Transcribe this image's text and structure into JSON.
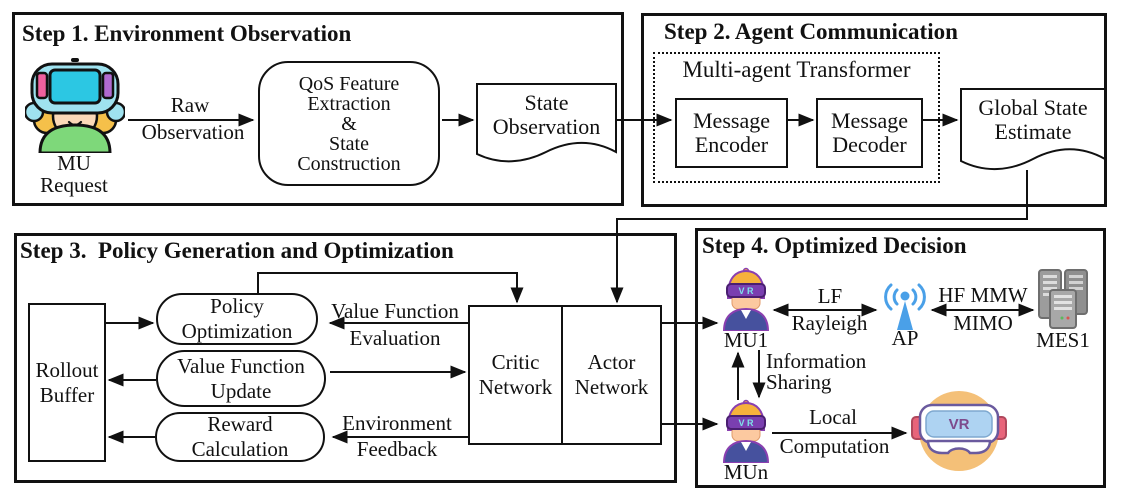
{
  "step1": {
    "title": "Step 1. Environment Observation",
    "mu_request": [
      "MU",
      "Request"
    ],
    "raw_observation": [
      "Raw",
      "Observation"
    ],
    "qos_box": [
      "QoS Feature",
      "Extraction",
      "&",
      "State",
      "Construction"
    ],
    "state_observation": [
      "State",
      "Observation"
    ]
  },
  "step2": {
    "title": "Step 2. Agent Communication",
    "transformer_label": "Multi-agent Transformer",
    "message_encoder": [
      "Message",
      "Encoder"
    ],
    "message_decoder": [
      "Message",
      "Decoder"
    ],
    "global_state_estimate": [
      "Global State",
      "Estimate"
    ]
  },
  "step3": {
    "title": "Step 3.  Policy Generation and Optimization",
    "rollout_buffer": [
      "Rollout",
      "Buffer"
    ],
    "policy_optimization": [
      "Policy",
      "Optimization"
    ],
    "value_function_update": [
      "Value Function",
      "Update"
    ],
    "reward_calculation": [
      "Reward",
      "Calculation"
    ],
    "value_function_evaluation": [
      "Value Function",
      "Evaluation"
    ],
    "environment_feedback": [
      "Environment",
      "Feedback"
    ],
    "critic_network": [
      "Critic",
      "Network"
    ],
    "actor_network": [
      "Actor",
      "Network"
    ]
  },
  "step4": {
    "title": "Step 4. Optimized Decision",
    "mu1_label": "MU1",
    "ap_label": "AP",
    "mes1_label": "MES1",
    "mun_label": "MUn",
    "lf_rayleigh": [
      "LF",
      "Rayleigh"
    ],
    "hf_mmw_mimo": [
      "HF MMW",
      "MIMO"
    ],
    "information_sharing": [
      "Information",
      "Sharing"
    ],
    "local_computation": [
      "Local",
      "Computation"
    ],
    "goggles_text": "V R",
    "vr_logo": "VR"
  },
  "icons": {
    "mu_user": "vr-headset-child-icon",
    "mu_agent": "vr-goggles-person-icon",
    "ap": "wireless-access-point-icon",
    "mes1": "edge-server-rack-icon",
    "vr_headset": "vr-headset-device-icon"
  },
  "colors": {
    "outline": "#111111",
    "visor_front_cyan": "#2cc7e3",
    "visor_band_cyan": "#9fe2ef",
    "panel_pink": "#f0609e",
    "panel_purple": "#b06ad0",
    "shirt_green": "#7ed87a",
    "skin": "#fcd9b8",
    "hair_yellow": "#f5c04a",
    "helmet_yellow": "#f6b13c",
    "goggle_purple": "#7a3fb0",
    "body_indigo": "#46519e",
    "ap_blue": "#4aa0e8",
    "server_gray": "#9c9c9c",
    "strap_red": "#e8647a",
    "screen_blue": "#aed3f2",
    "circle_orange": "#f4c078",
    "vr_logo_purple": "#7d4a8c"
  }
}
